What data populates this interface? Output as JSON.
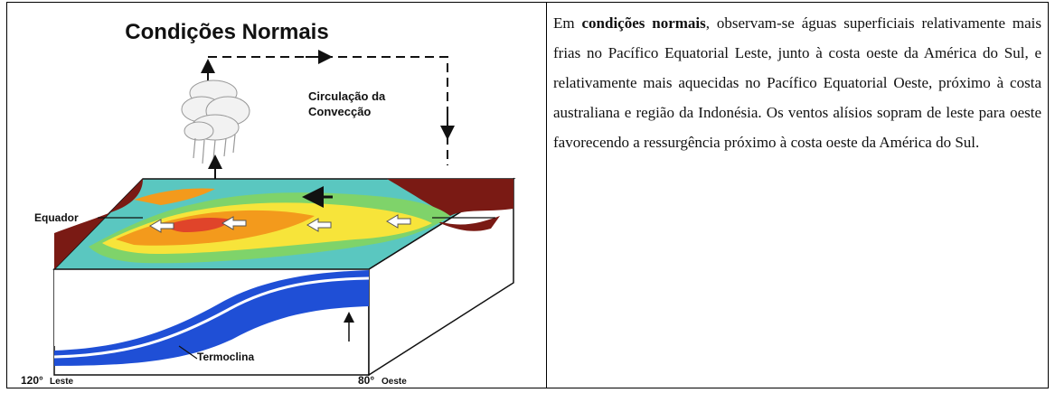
{
  "figure": {
    "title": "Condições Normais",
    "circulation_label_line1": "Circulação da",
    "circulation_label_line2": "Convecção",
    "equator_label": "Equador",
    "thermocline_label": "Termoclina",
    "west_degrees": "120°",
    "west_word": "Leste",
    "east_degrees": "80°",
    "east_word": "Oeste",
    "colors": {
      "warmest": "#e0442a",
      "warm": "#f39a1c",
      "mild": "#f7e43a",
      "cool": "#7fd36a",
      "cold": "#5ac7c0",
      "land": "#7a1a14",
      "subsurface": "#1f4fd6"
    }
  },
  "text": {
    "lead": "Em",
    "bold": "condições normais",
    "rest": ", observam-se águas superficiais relativamente mais frias no Pacífico Equatorial Leste, junto à costa oeste da América do Sul, e relativamente mais aquecidas no Pacífico Equatorial Oeste, próximo à costa australiana e região da Indonésia. Os ventos alísios sopram de leste para oeste favorecendo a ressurgência próximo à costa oeste da América do Sul."
  }
}
